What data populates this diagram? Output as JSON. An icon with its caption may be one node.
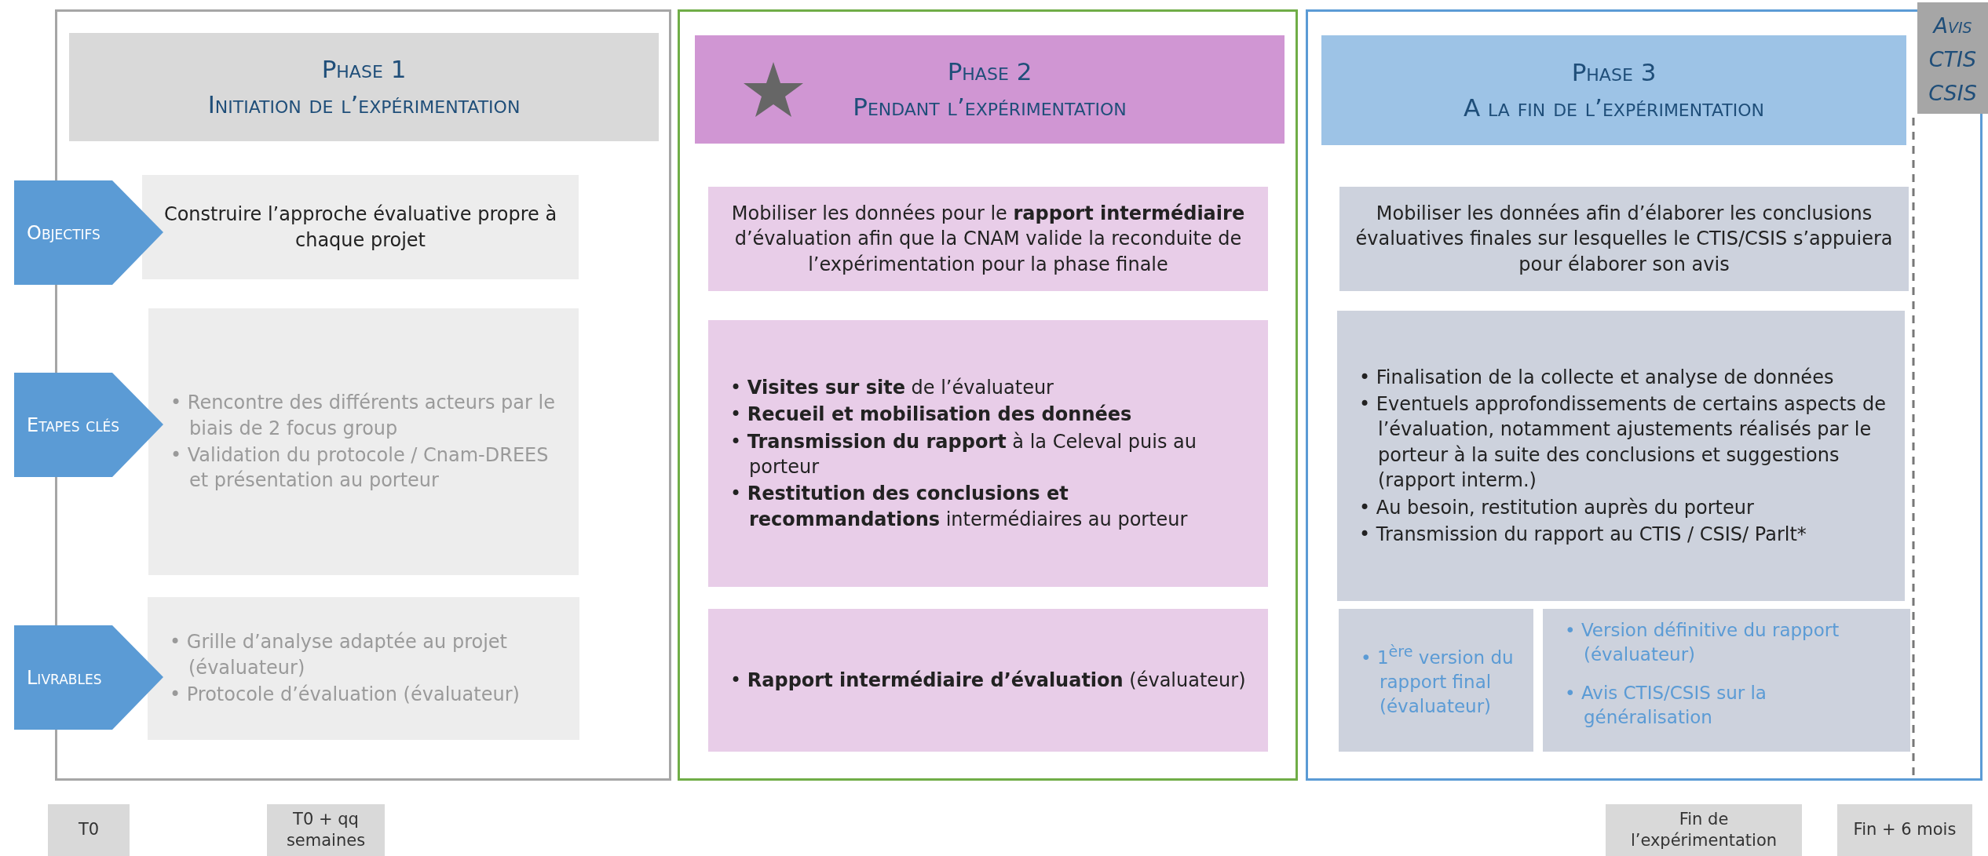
{
  "diagram": {
    "nodes": [
      {
        "text": [
          "Objectifs"
        ]
      },
      {
        "text": [
          "Etapes clés"
        ]
      },
      {
        "text": [
          "Livrables"
        ]
      },
      {
        "text": [],
        "shape": "box"
      },
      {
        "text": [
          "Phase 1",
          "Initiation de l’expérimentation"
        ],
        "in": 3
      },
      {
        "text": [
          "Construire l’approche évaluative propre à chaque projet"
        ],
        "in": 3
      },
      {
        "text": [
          "• Rencontre des différents acteurs par le biais de 2 focus group",
          "• Validation du  protocole / Cnam-DREES et présentation au porteur"
        ],
        "in": 3
      },
      {
        "text": [
          "• Grille d’analyse adaptée au projet (évaluateur)",
          "• Protocole d’évaluation (évaluateur)"
        ],
        "in": 3
      },
      {
        "text": [],
        "shape": "box"
      },
      {
        "text": [
          "Phase 2",
          "Pendant l’expérimentation"
        ],
        "in": 8
      },
      {
        "text": [
          "Mobiliser les données  pour le **rapport intermédiaire** d’évaluation afin que la CNAM valide la reconduite de l’expérimentation pour la phase finale"
        ],
        "in": 8
      },
      {
        "text": [
          "• **Visites sur site** de l’évaluateur",
          "• **Recueil et mobilisation des données**",
          "• **Transmission du rapport** à la Celeval puis au porteur",
          "• **Restitution des conclusions et recommandations** intermédiaires au porteur"
        ],
        "in": 8
      },
      {
        "text": [
          "• **Rapport intermédiaire d’évaluation** (évaluateur)"
        ],
        "in": 8
      },
      {
        "text": [],
        "shape": "box"
      },
      {
        "text": [
          "Phase 3",
          "A la fin de l’expérimentation"
        ],
        "in": 13
      },
      {
        "text": [
          "Mobiliser les données afin d’élaborer les conclusions évaluatives finales sur lesquelles le CTIS/CSIS s’appuiera pour élaborer son avis"
        ],
        "in": 13
      },
      {
        "text": [
          "• Finalisation de la collecte et analyse de données",
          "• Eventuels approfondissements de certains aspects de l’évaluation, notamment ajustements réalisés par le porteur à la suite des conclusions et suggestions (rapport interm.)",
          "• Au besoin, restitution auprès du porteur",
          "• Transmission du rapport au CTIS / CSIS/ Parlt*"
        ],
        "in": 13
      },
      {
        "text": [
          "• 1$^{ère}$ version du rapport final (évaluateur)"
        ],
        "in": 13
      },
      {
        "text": [
          "• Version définitive du rapport (évaluateur)",
          "• Avis  CTIS/CSIS sur la généralisation"
        ],
        "in": 13
      },
      {
        "text": [
          "Avis CTIS CSIS"
        ]
      },
      {
        "text": [
          "T0"
        ]
      },
      {
        "text": [
          "T0 + qq semaines"
        ]
      },
      {
        "text": [
          "Fin de l’expérimentation"
        ]
      },
      {
        "text": [
          "Fin + 6 mois"
        ]
      }
    ],
    "edges": []
  }
}
